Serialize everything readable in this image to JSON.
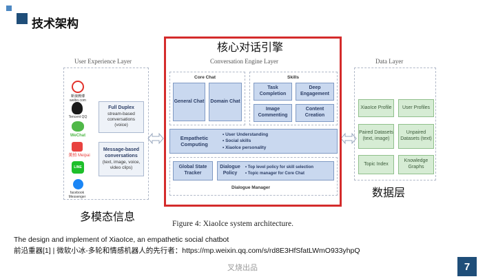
{
  "header": {
    "title": "技术架构"
  },
  "diagram": {
    "ux_layer": {
      "title": "User Experience Layer",
      "platforms": [
        "新浪微博 weibo.com",
        "Tencent QQ",
        "WeChat",
        "美拍 Meipai",
        "LINE",
        "facebook Messenger"
      ],
      "full_duplex": {
        "title": "Full Duplex",
        "desc": "stream-based conversations",
        "note": "(voice)"
      },
      "message_based": {
        "title": "Message-based conversations",
        "note": "(text, image, voice, video clips)"
      }
    },
    "engine_layer": {
      "title": "Conversation Engine Layer",
      "core_chat": {
        "label": "Core Chat",
        "items": [
          "General Chat",
          "Domain Chat"
        ]
      },
      "skills": {
        "label": "Skills",
        "items": [
          "Task Completion",
          "Deep Engagement",
          "Image Commenting",
          "Content Creation"
        ]
      },
      "empathetic": {
        "title": "Empathetic Computing",
        "bullets": [
          "User Understanding",
          "Social skills",
          "XiaoIce personality"
        ]
      },
      "dialogue_manager": {
        "label": "Dialogue Manager",
        "state_tracker": "Global State Tracker",
        "policy": "Dialogue Policy",
        "bullets": [
          "Top level policy for skill selection",
          "Topic manager for Core Chat"
        ]
      }
    },
    "data_layer": {
      "title": "Data Layer",
      "items": [
        "XiaoIce Profile",
        "User Profiles",
        "Paired Datasets (text, image)",
        "Unpaired Datasets (text)",
        "Topic Index",
        "Knowledge Graphs"
      ]
    },
    "figure_caption": "Figure 4: XiaoIce system architecture."
  },
  "annotations": {
    "engine": "核心对话引擎",
    "data": "数据层",
    "multimodal": "多模态信息"
  },
  "source": {
    "line1": "The design and implement of XiaoIce, an empathetic social chatbot",
    "line2": "前沿重器[1] | 微软小冰-多轮和情感机器人的先行者：https://mp.weixin.qq.com/s/rd8E3HfSfatLWmO933yhpQ"
  },
  "footer": {
    "author": "叉烧出品",
    "page": "7"
  },
  "colors": {
    "accent": "#1f4e79",
    "highlight": "#d42b2b",
    "engine_box": "#c9d8ef",
    "data_box": "#d6ecd4"
  }
}
